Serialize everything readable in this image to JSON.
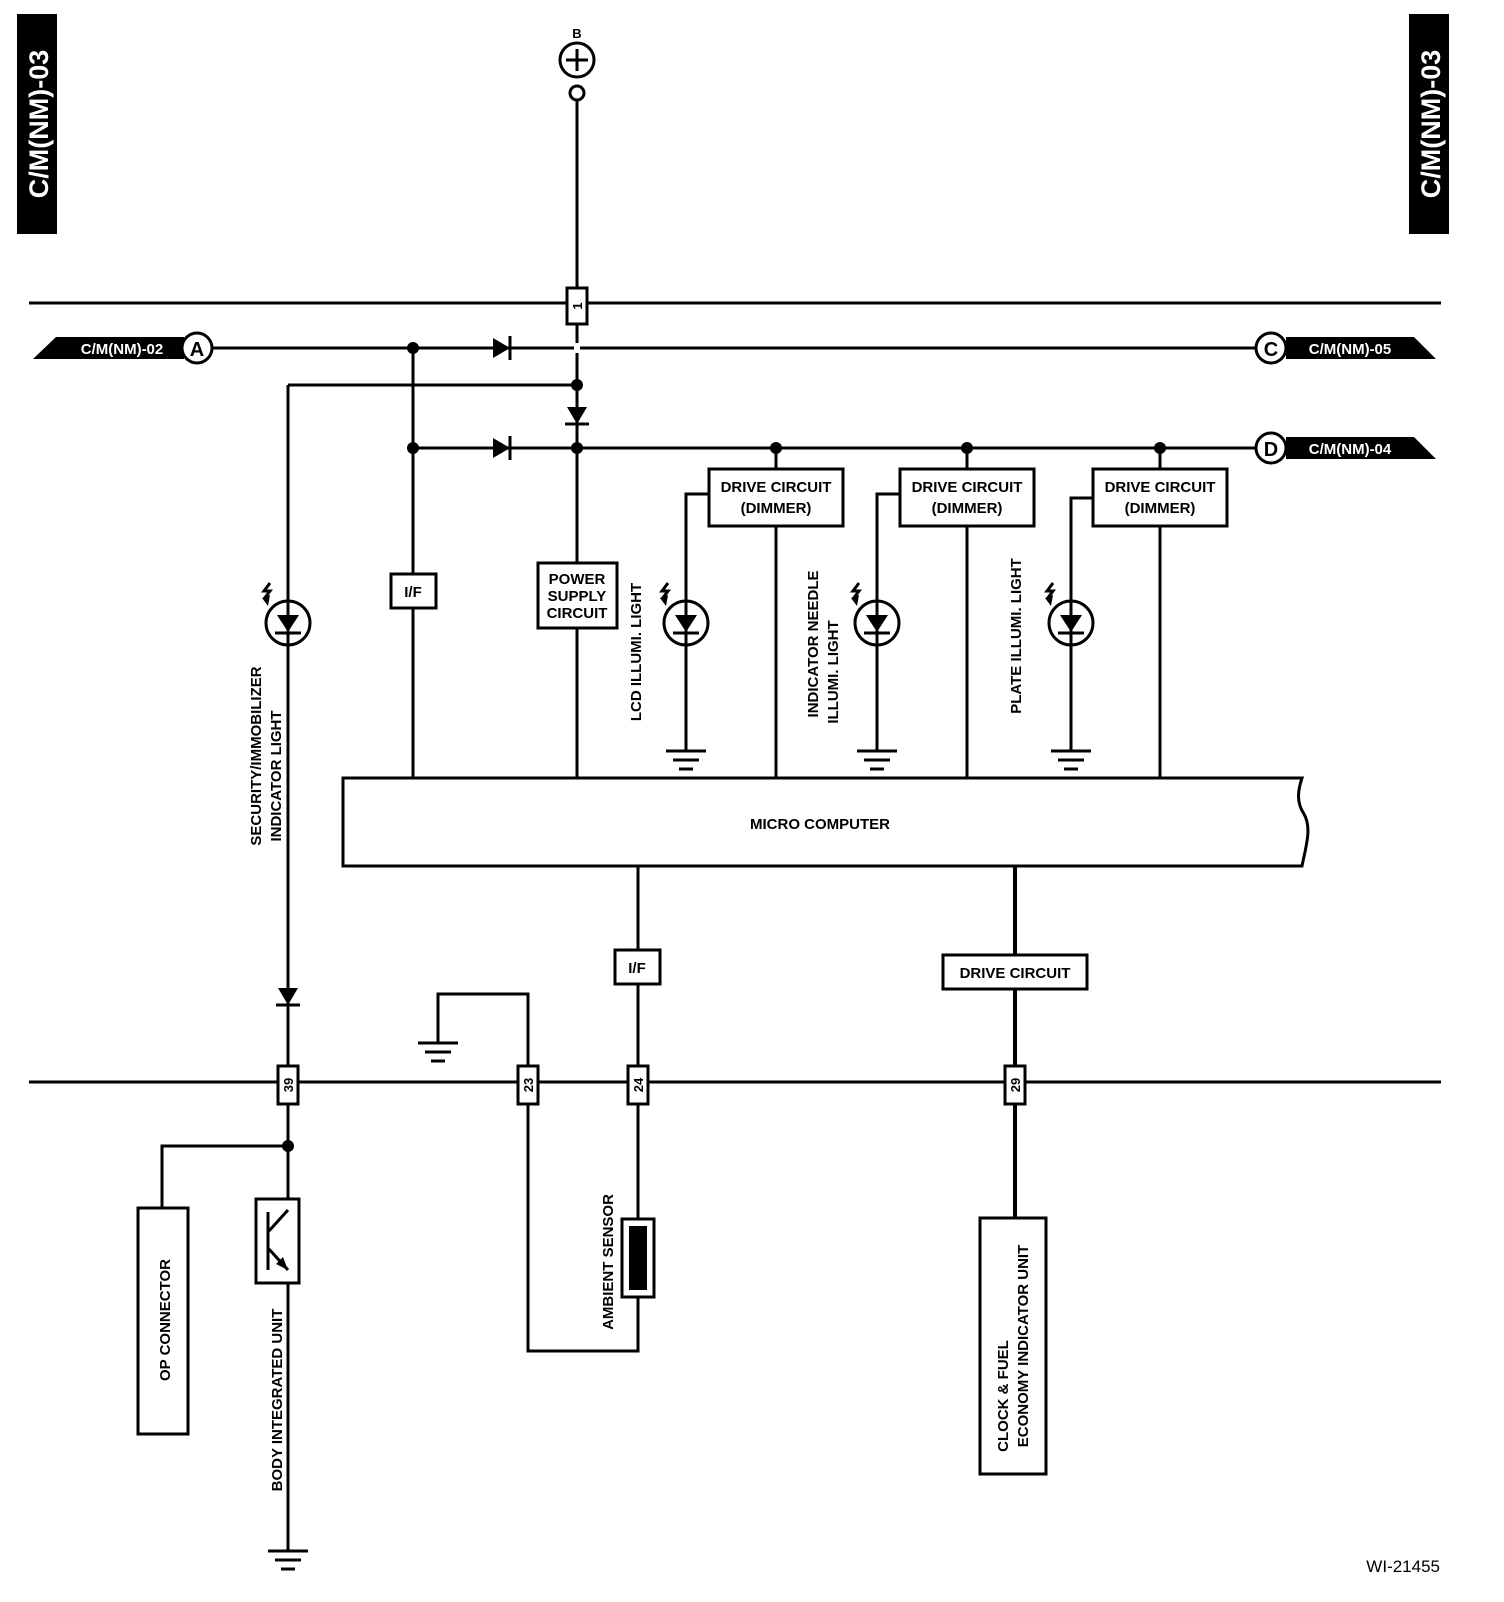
{
  "page_code": "C/M(NM)-03",
  "figure_id": "WI-21455",
  "battery_label": "B",
  "connectors": {
    "A": {
      "letter": "A",
      "ref": "C/M(NM)-02"
    },
    "C": {
      "letter": "C",
      "ref": "C/M(NM)-05"
    },
    "D": {
      "letter": "D",
      "ref": "C/M(NM)-04"
    }
  },
  "pins": {
    "p1": "1",
    "p39": "39",
    "p23": "23",
    "p24": "24",
    "p29": "29"
  },
  "blocks": {
    "if_upper": "I/F",
    "if_lower": "I/F",
    "power_supply": [
      "POWER",
      "SUPPLY",
      "CIRCUIT"
    ],
    "drive_dimmer_1": [
      "DRIVE CIRCUIT",
      "(DIMMER)"
    ],
    "drive_dimmer_2": [
      "DRIVE CIRCUIT",
      "(DIMMER)"
    ],
    "drive_dimmer_3": [
      "DRIVE CIRCUIT",
      "(DIMMER)"
    ],
    "micro_computer": "MICRO COMPUTER",
    "drive_circuit": "DRIVE CIRCUIT"
  },
  "components": {
    "security_light": [
      "SECURITY/IMMOBILIZER",
      "INDICATOR LIGHT"
    ],
    "lcd_light": "LCD ILLUMI. LIGHT",
    "needle_light": [
      "INDICATOR NEEDLE",
      "ILLUMI. LIGHT"
    ],
    "plate_light": "PLATE  ILLUMI. LIGHT",
    "op_connector": "OP CONNECTOR",
    "body_unit": "BODY INTEGRATED UNIT",
    "ambient_sensor": "AMBIENT SENSOR",
    "clock_unit": [
      "CLOCK & FUEL",
      "ECONOMY INDICATOR UNIT"
    ]
  }
}
